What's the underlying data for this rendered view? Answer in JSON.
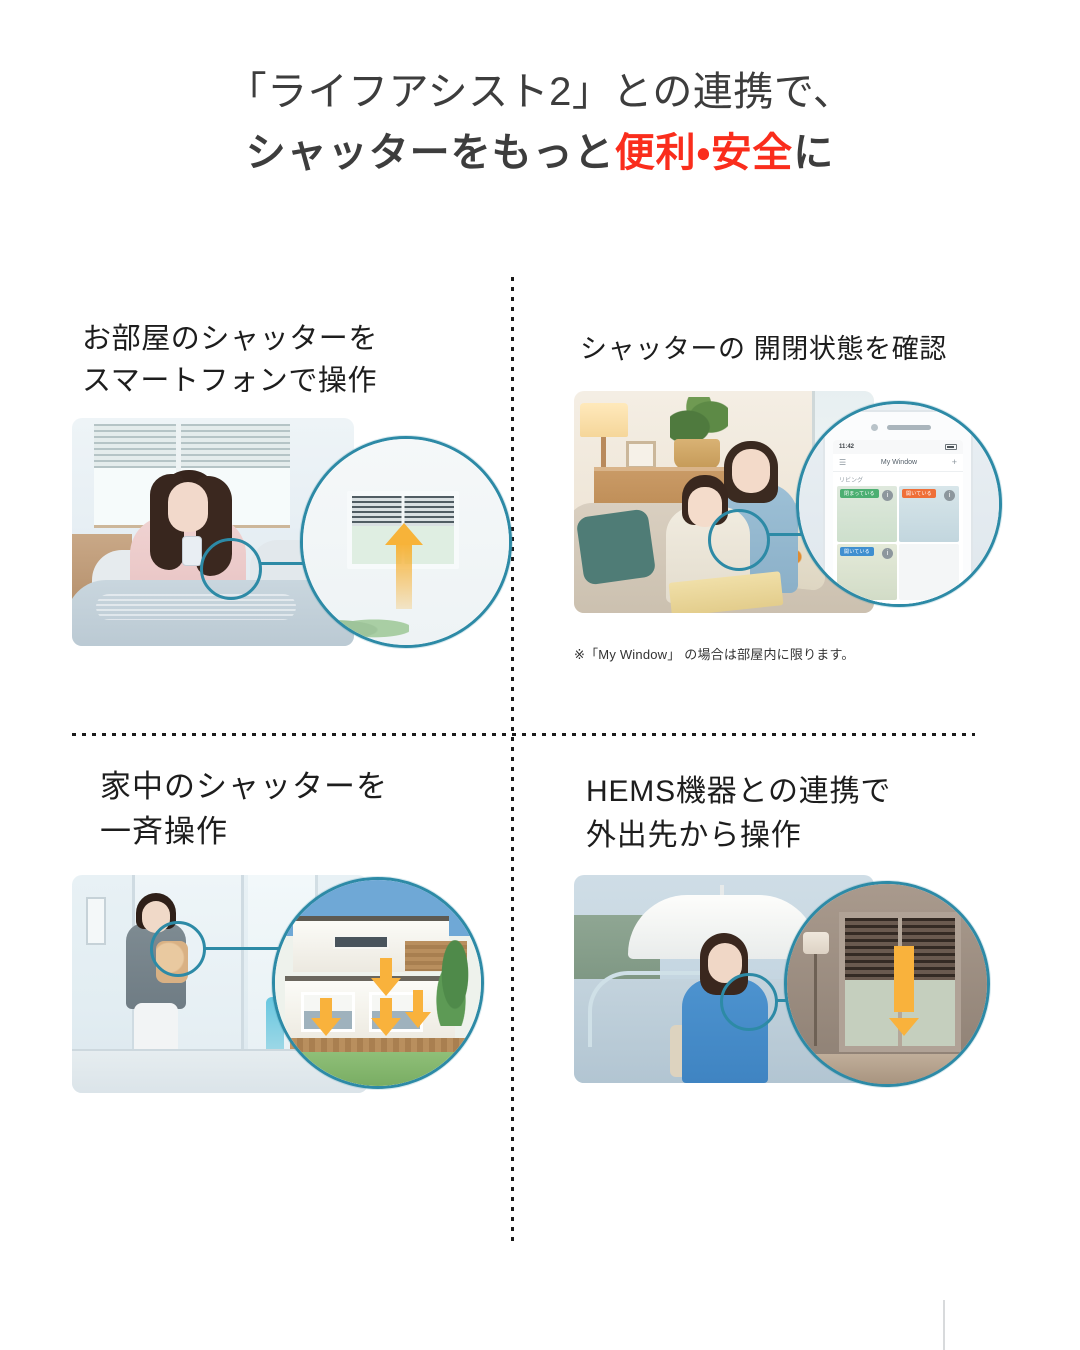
{
  "headline": {
    "line1": "「ライフアシスト2」との連携で、",
    "line2_before": "シャッターをもっと",
    "line2_red": "便利・安全",
    "line2_after": "に",
    "color": "#3d3d3d",
    "accent_color": "#fa2d1c"
  },
  "theme": {
    "callout_outline": "#2d8aa6",
    "arrow_orange": "#f9b23c",
    "badge_green": "#4caf72",
    "badge_orange": "#ef6f38",
    "badge_blue": "#3f8fd0"
  },
  "features": [
    {
      "id": "smartphone-operation",
      "title_line1": "お部屋のシャッターを",
      "title_line2": "スマートフォンで操作",
      "photo_alt": "寝室でスマートフォンを操作する女性",
      "callout_alt": "シャッターが上がる窓の拡大図",
      "arrow_direction": "up"
    },
    {
      "id": "open-close-status",
      "title_line1": "シャッターの 開閉状態を確認",
      "title_line2": "",
      "photo_alt": "ソファで子どもと絵本を読む母親",
      "callout_alt": "My Window アプリ画面の拡大図",
      "footnote": "※「My Window」 の場合は部屋内に限ります。"
    },
    {
      "id": "whole-house-batch",
      "title_line1": "家中のシャッターを",
      "title_line2": "一斉操作",
      "photo_alt": "玄関で出かける準備をする女性",
      "callout_alt": "住宅外観と一斉に下がるシャッター",
      "arrow_direction": "down"
    },
    {
      "id": "hems-remote",
      "title_line1": "HEMS機器との連携で",
      "title_line2": "外出先から操作",
      "photo_alt": "雨の日に傘をさしてスマートフォンを見る女性",
      "callout_alt": "室内の掃き出し窓シャッターが下がる様子",
      "arrow_direction": "down"
    }
  ],
  "app_screen": {
    "status_time": "11:42",
    "app_title": "My Window",
    "menu_icon": "hamburger-icon",
    "add_icon": "plus-icon",
    "room_label": "リビング",
    "tiles": [
      {
        "badge": "閉まっている",
        "badge_color": "green",
        "info": "i"
      },
      {
        "badge": "開いている",
        "badge_color": "orange",
        "info": "i"
      },
      {
        "badge": "開いている",
        "badge_color": "blue",
        "info": "i"
      },
      {
        "badge": "",
        "badge_color": "",
        "info": ""
      }
    ]
  }
}
